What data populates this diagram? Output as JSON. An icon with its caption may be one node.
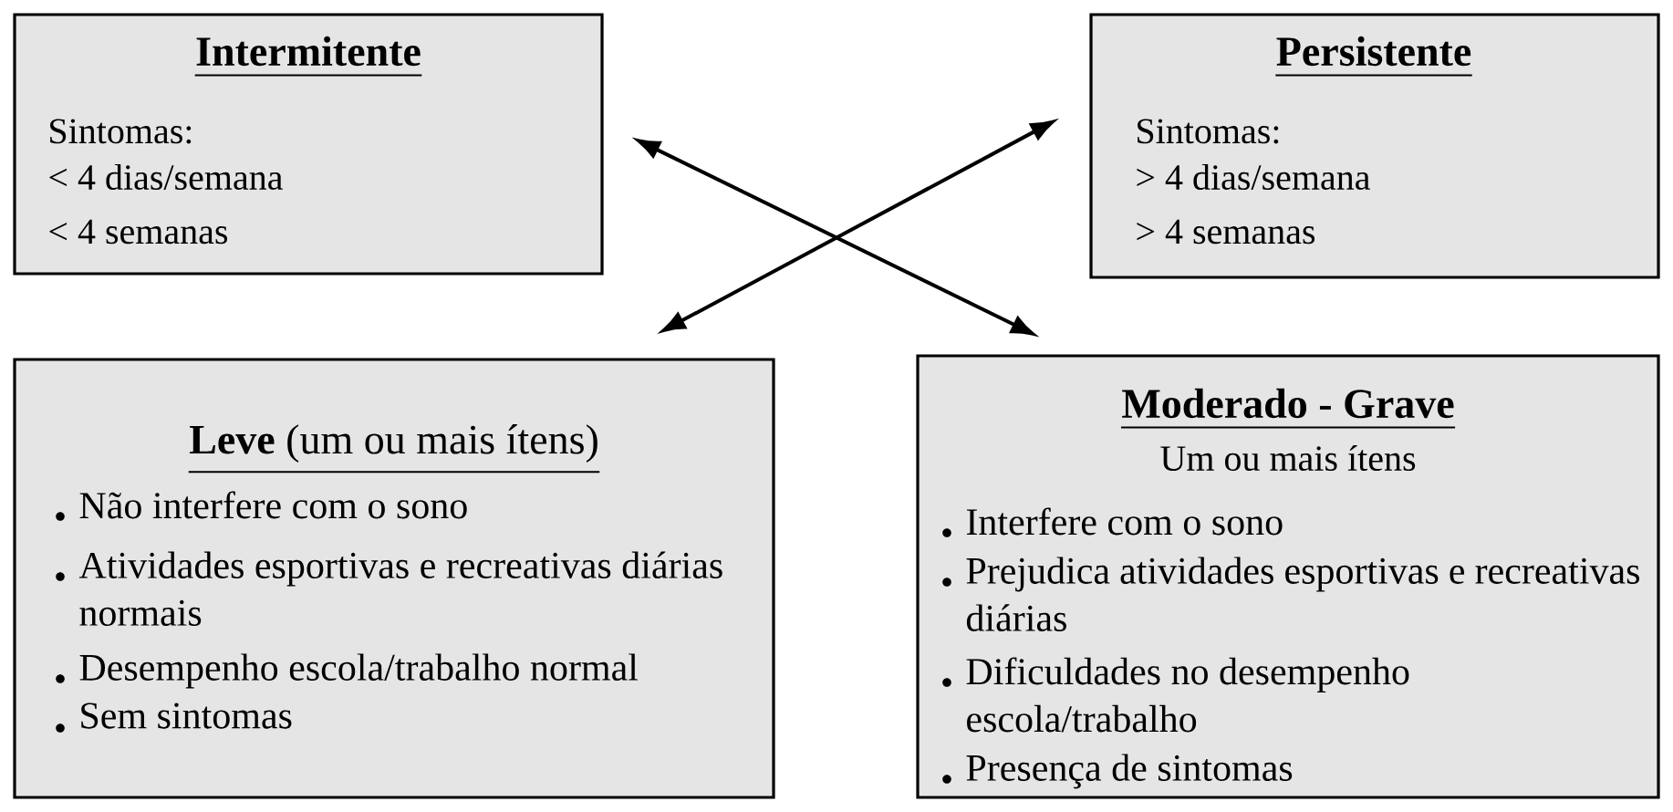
{
  "diagram": {
    "nodes": [
      {
        "text": [
          "Intermitente",
          "Sintomas:",
          "< 4 dias/semana",
          "< 4 semanas"
        ]
      },
      {
        "text": [
          "Persistente",
          "Sintomas:",
          "> 4 dias/semana",
          "> 4 semanas"
        ]
      },
      {
        "text": [
          "**Leve** (um ou mais ítens)",
          "Não interfere com o sono",
          "Atividades esportivas e recreativas diárias normais",
          "Desempenho escola/trabalho normal",
          "Sem sintomas"
        ]
      },
      {
        "text": [
          "Moderado - Grave",
          "Um ou mais ítens",
          "Interfere com o sono",
          "Prejudica atividades esportivas e recreativas diárias",
          "Dificuldades no desempenho escola/trabalho",
          "Presença de sintomas"
        ]
      }
    ],
    "edges": [
      {
        "from": 0,
        "to": 3,
        "arrow": "both"
      },
      {
        "from": 1,
        "to": 2,
        "arrow": "both"
      }
    ]
  }
}
